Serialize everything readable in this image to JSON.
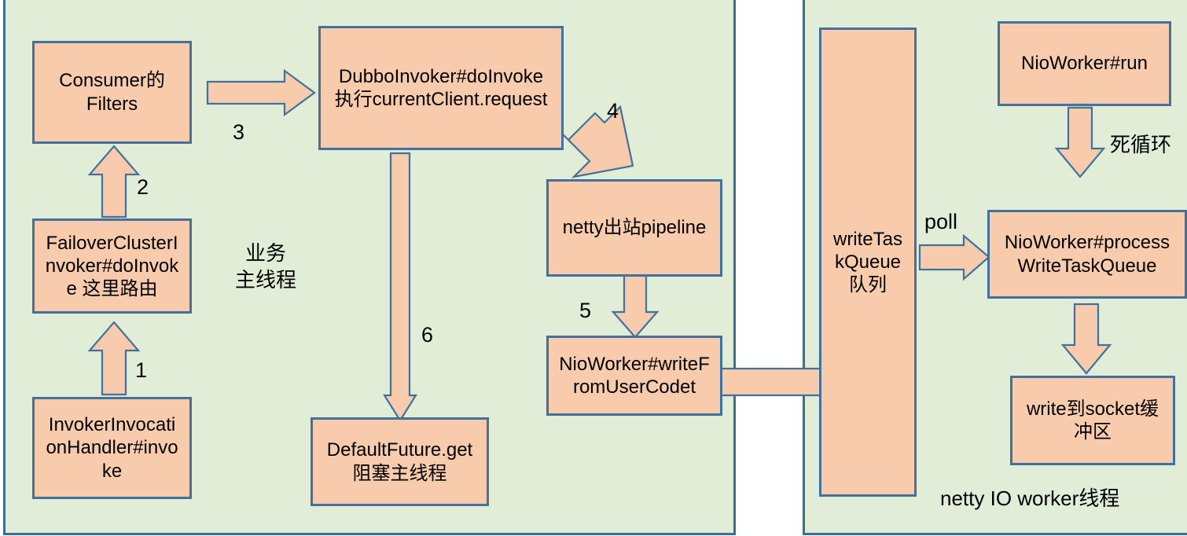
{
  "diagram": {
    "title_hidden": "",
    "colors": {
      "panel_background": "#e2edd8",
      "panel_border": "#3d6e96",
      "box_fill": "#f8cbac",
      "box_border": "#41719c",
      "text": "#000000",
      "page_background": "#ffffff"
    },
    "panels": [
      {
        "id": "business-thread-panel",
        "caption": ""
      },
      {
        "id": "netty-io-worker-panel",
        "caption": "netty IO worker线程"
      }
    ],
    "boxes": [
      {
        "id": "consumer-filters",
        "text": "Consumer的\nFilters"
      },
      {
        "id": "failover-cluster-invoker",
        "text": "FailoverClusterI\nnvoker#doInvok\ne 这里路由"
      },
      {
        "id": "invoker-invocation-handler",
        "text": "InvokerInvocati\nonHandler#invo\nke"
      },
      {
        "id": "dubbo-invoker",
        "text": "DubboInvoker#doInvoke\n执行currentClient.request"
      },
      {
        "id": "default-future-get",
        "text": "DefaultFuture.get\n阻塞主线程"
      },
      {
        "id": "netty-outbound-pipeline",
        "text": "netty出站pipeline"
      },
      {
        "id": "nioworker-write-from-user-code",
        "text": "NioWorker#writeF\nromUserCodet"
      },
      {
        "id": "write-task-queue",
        "text": "writeTas\nkQueue\n队列"
      },
      {
        "id": "nioworker-run",
        "text": "NioWorker#run"
      },
      {
        "id": "nioworker-process-write-task-queue",
        "text": "NioWorker#process\nWriteTaskQueue"
      },
      {
        "id": "write-to-socket-buffer",
        "text": "write到socket缓\n冲区"
      }
    ],
    "labels": [
      {
        "id": "step-1",
        "text": "1"
      },
      {
        "id": "step-2",
        "text": "2"
      },
      {
        "id": "step-3",
        "text": "3"
      },
      {
        "id": "step-4",
        "text": "4"
      },
      {
        "id": "step-5",
        "text": "5"
      },
      {
        "id": "step-6",
        "text": "6"
      },
      {
        "id": "business-main-thread",
        "text": "业务\n主线程"
      },
      {
        "id": "poll",
        "text": "poll"
      },
      {
        "id": "infinite-loop",
        "text": "死循环"
      },
      {
        "id": "netty-io-worker-thread",
        "text": "netty IO worker线程"
      }
    ]
  }
}
